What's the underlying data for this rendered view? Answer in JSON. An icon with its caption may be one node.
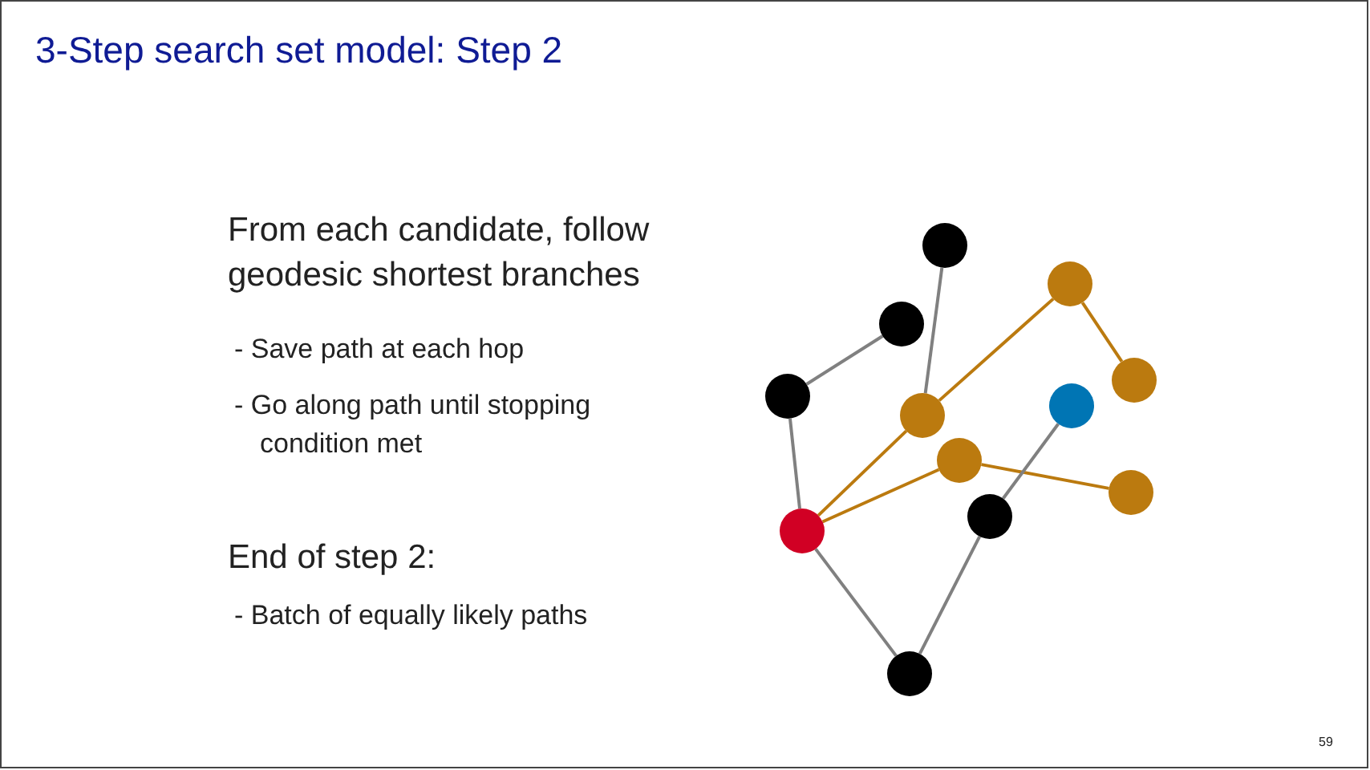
{
  "diagram": {
    "title": "3-Step search set model: Step 2",
    "nodes": [
      {
        "text": [],
        "shape": "circle"
      },
      {
        "text": [],
        "shape": "circle"
      },
      {
        "text": [],
        "shape": "circle"
      },
      {
        "text": [],
        "shape": "circle"
      },
      {
        "text": [],
        "shape": "circle"
      },
      {
        "text": [],
        "shape": "circle"
      },
      {
        "text": [],
        "shape": "circle"
      },
      {
        "text": [],
        "shape": "circle"
      },
      {
        "text": [],
        "shape": "circle"
      },
      {
        "text": [],
        "shape": "circle"
      },
      {
        "text": [],
        "shape": "circle"
      },
      {
        "text": [],
        "shape": "circle"
      }
    ],
    "edges": [
      {
        "from": 0,
        "to": 6,
        "arrow": "none"
      },
      {
        "from": 2,
        "to": 3,
        "arrow": "none"
      },
      {
        "from": 3,
        "to": 10,
        "arrow": "none"
      },
      {
        "from": 10,
        "to": 6,
        "arrow": "none",
        "color": "#bb7a0f"
      },
      {
        "from": 6,
        "to": 1,
        "arrow": "none",
        "color": "#bb7a0f"
      },
      {
        "from": 1,
        "to": 4,
        "arrow": "none",
        "color": "#bb7a0f"
      },
      {
        "from": 10,
        "to": 7,
        "arrow": "none",
        "color": "#bb7a0f"
      },
      {
        "from": 7,
        "to": 8,
        "arrow": "none",
        "color": "#bb7a0f"
      },
      {
        "from": 5,
        "to": 9,
        "arrow": "none"
      },
      {
        "from": 9,
        "to": 11,
        "arrow": "none"
      },
      {
        "from": 10,
        "to": 11,
        "arrow": "none"
      }
    ],
    "labels": [
      "From each candidate, follow geodesic shortest branches",
      "- Save path at each hop",
      "- Go along path until stopping condition met",
      "End of step 2:",
      "- Batch of equally likely paths",
      "59"
    ]
  }
}
